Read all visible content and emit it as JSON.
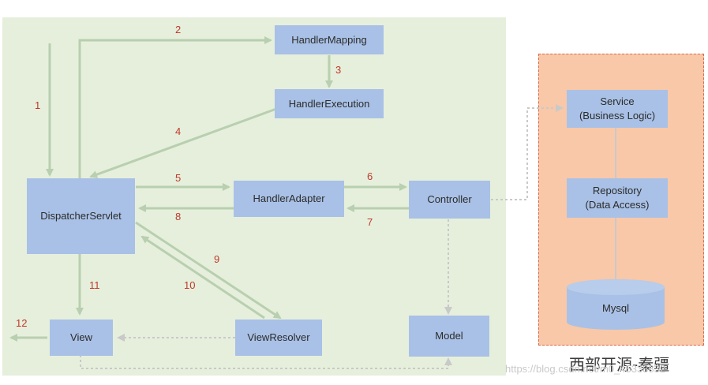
{
  "nodes": {
    "handler_mapping": "HandlerMapping",
    "handler_execution": "HandlerExecution",
    "dispatcher_servlet": "DispatcherServlet",
    "handler_adapter": "HandlerAdapter",
    "controller": "Controller",
    "view_resolver": "ViewResolver",
    "view": "View",
    "model": "Model",
    "service_line1": "Service",
    "service_line2": "(Business Logic)",
    "repository_line1": "Repository",
    "repository_line2": "(Data Access)",
    "mysql": "Mysql"
  },
  "steps": [
    "1",
    "2",
    "3",
    "4",
    "5",
    "6",
    "7",
    "8",
    "9",
    "10",
    "11",
    "12"
  ],
  "caption": "西部开源-秦疆",
  "watermark": "https://blog.csdn.net/m0_45338832",
  "colors": {
    "green_panel": "#e6efdc",
    "orange_panel": "#f8c8a8",
    "node_fill": "#a9c1e6",
    "arrow": "#b8cfb0",
    "step_number": "#c0392b"
  }
}
